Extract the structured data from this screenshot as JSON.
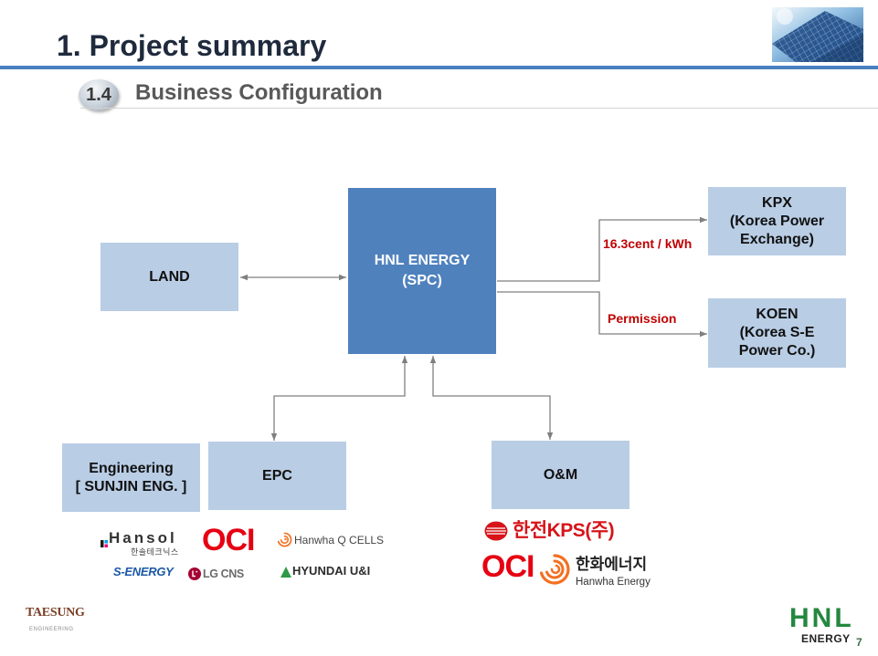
{
  "slide": {
    "title": "1. Project summary",
    "section_number": "1.4",
    "section_title": "Business Configuration"
  },
  "header_image": {
    "icon": "solar-panel-photo"
  },
  "diagram": {
    "center": {
      "line1": "HNL ENERGY",
      "line2": "(SPC)"
    },
    "land": {
      "label": "LAND"
    },
    "kpx": {
      "line1": "KPX",
      "line2": "(Korea Power",
      "line3": "Exchange)"
    },
    "koen": {
      "line1": "KOEN",
      "line2": "(Korea S-E",
      "line3": "Power Co.)"
    },
    "engineering": {
      "line1": "Engineering",
      "line2": "[ SUNJIN ENG. ]"
    },
    "epc": {
      "label": "EPC"
    },
    "om": {
      "label": "O&M"
    },
    "edge_labels": {
      "tariff": "16.3cent / kWh",
      "permission": "Permission"
    }
  },
  "logos": {
    "epc_partners": {
      "hansol": {
        "name": "Hansol",
        "subtitle": "한솔테크닉스",
        "icon": "hansol-mark-icon"
      },
      "oci": {
        "name": "OCI"
      },
      "qcells": {
        "name": "Hanwha Q CELLS",
        "icon": "hanwha-swirl-icon"
      },
      "s_energy": {
        "name": "S-ENERGY"
      },
      "lg_cns": {
        "name": "LG CNS",
        "icon": "lg-face-icon"
      },
      "hyundai": {
        "name": "HYUNDAI U&I",
        "icon": "green-triangle-icon"
      }
    },
    "om_partners": {
      "kps": {
        "name": "한전KPS(주)",
        "icon": "kps-emblem-icon"
      },
      "oci": {
        "name": "OCI"
      },
      "hanwha_energy": {
        "name": "한화에너지",
        "subtitle": "Hanwha Energy",
        "icon": "hanwha-swirl-icon"
      }
    }
  },
  "footer": {
    "left_logo": {
      "name": "TAESUNG",
      "subtitle": "ENGINEERING"
    },
    "right_logo": {
      "name": "HNL",
      "subtitle": "ENERGY"
    },
    "page_number": "7"
  },
  "colors": {
    "title_rule": "#4a7fc1",
    "primary_box": "#4f81bd",
    "secondary_box": "#b9cde5",
    "connector": "#7f7f7f",
    "edge_label": "#c00000",
    "brand_green": "#24873f",
    "logo_red": "#e60012"
  }
}
